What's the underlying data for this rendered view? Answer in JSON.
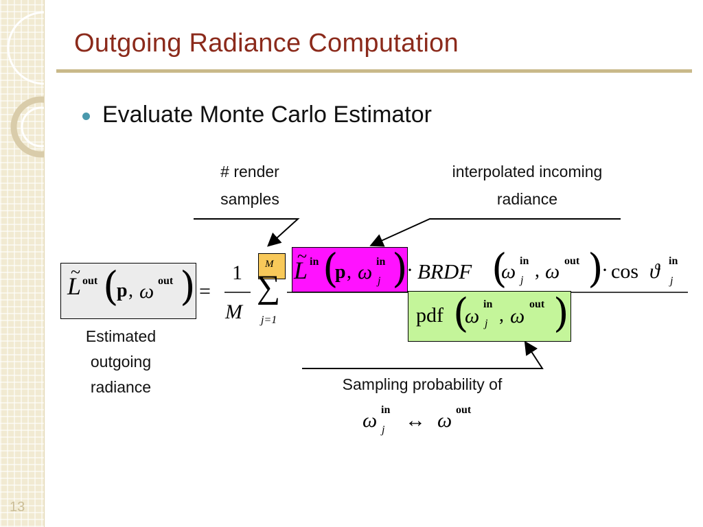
{
  "slide": {
    "title": "Outgoing Radiance Computation",
    "page_number": "13",
    "bullet": "Evaluate Monte Carlo Estimator"
  },
  "annotations": {
    "render_samples": [
      "# render",
      "samples"
    ],
    "incoming": [
      "interpolated incoming",
      "radiance"
    ],
    "estimated": [
      "Estimated",
      "outgoing",
      "radiance"
    ],
    "sampling": [
      "Sampling probability of"
    ]
  },
  "formula": {
    "L": "L",
    "tilde": "~",
    "out": "out",
    "in": "in",
    "p": "p",
    "omega": "ω",
    "comma": ",",
    "equals": "=",
    "one": "1",
    "M": "M",
    "sum": "∑",
    "j": "j",
    "j_eq_1": "j=1",
    "dot": "·",
    "brdf": "BRDF",
    "cos": "cos",
    "theta": "ϑ",
    "pdf": "pdf",
    "lparen": "(",
    "rparen": ")",
    "arrow": "↔"
  },
  "colors": {
    "title": "#8b2a1b",
    "rule": "#c9b98a",
    "bullet": "#4a99ad",
    "box_estimate": "#ececec",
    "box_M": "#f8c95a",
    "box_incoming": "#ff12ff",
    "box_pdf": "#c4f59a"
  }
}
